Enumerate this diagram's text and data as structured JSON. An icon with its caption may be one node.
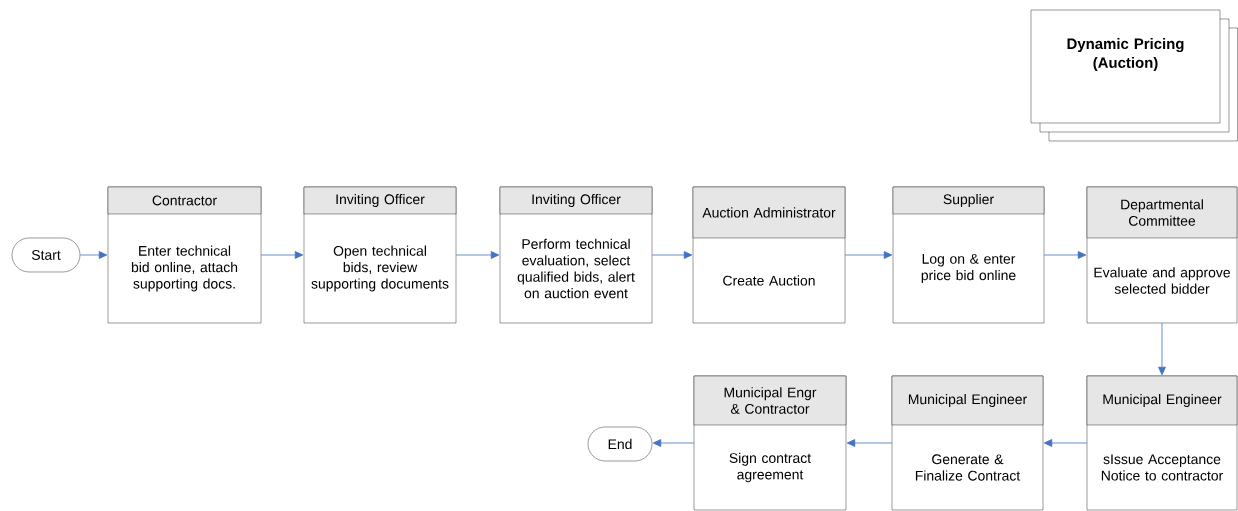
{
  "diagram": {
    "nodes": [
      {
        "text": [
          "Dynamic Pricing (Auction)"
        ]
      },
      {
        "text": [
          "Start"
        ]
      },
      {
        "text": [
          "Contractor",
          "Enter technical bid online, attach supporting docs."
        ]
      },
      {
        "text": [
          "Inviting Officer",
          "Open technical bids, review supporting documents"
        ]
      },
      {
        "text": [
          "Inviting Officer",
          "Perform technical evaluation, select qualified bids, alert on auction event"
        ]
      },
      {
        "text": [
          "Auction Administrator",
          "Create Auction"
        ]
      },
      {
        "text": [
          "Supplier",
          "Log on & enter price bid online"
        ]
      },
      {
        "text": [
          "Departmental Committee",
          "Evaluate and approve selected bidder"
        ]
      },
      {
        "text": [
          "End"
        ]
      },
      {
        "text": [
          "Municipal Engr & Contractor",
          "Sign contract agreement"
        ]
      },
      {
        "text": [
          "Municipal Engineer",
          "Generate & Finalize Contract"
        ]
      },
      {
        "text": [
          "Municipal Engineer",
          "sIssue Acceptance Notice to contractor"
        ]
      }
    ],
    "edges": [
      {
        "from": 1,
        "to": 2,
        "arrow": "to"
      },
      {
        "from": 2,
        "to": 3,
        "arrow": "to"
      },
      {
        "from": 3,
        "to": 4,
        "arrow": "to"
      },
      {
        "from": 4,
        "to": 5,
        "arrow": "to"
      },
      {
        "from": 5,
        "to": 6,
        "arrow": "to"
      },
      {
        "from": 6,
        "to": 7,
        "arrow": "to"
      },
      {
        "from": 7,
        "to": 11,
        "arrow": "to"
      },
      {
        "from": 11,
        "to": 10,
        "arrow": "to"
      },
      {
        "from": 10,
        "to": 9,
        "arrow": "to"
      },
      {
        "from": 9,
        "to": 8,
        "arrow": "to"
      }
    ]
  }
}
